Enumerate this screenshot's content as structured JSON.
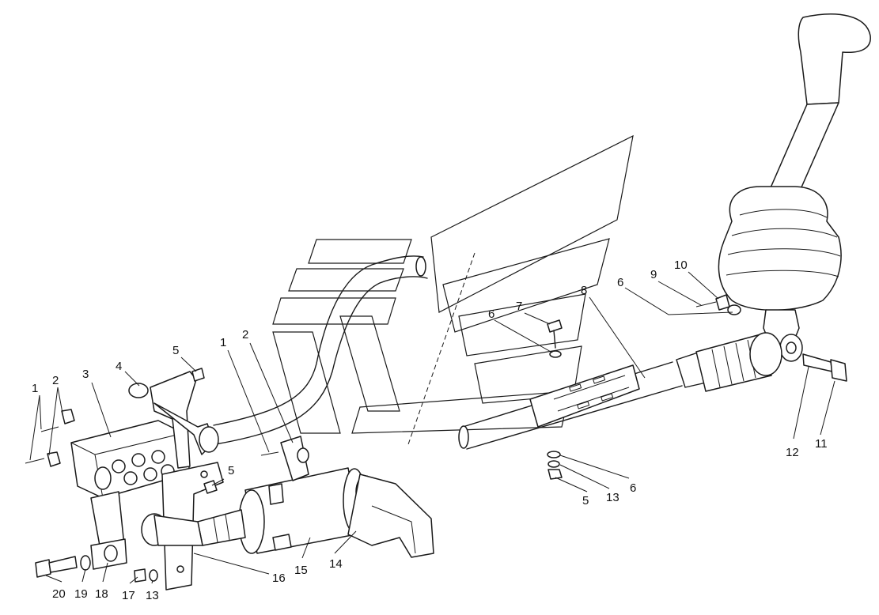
{
  "diagram": {
    "callouts": [
      {
        "id": "c1a",
        "label": "1"
      },
      {
        "id": "c2a",
        "label": "2"
      },
      {
        "id": "c3",
        "label": "3"
      },
      {
        "id": "c4",
        "label": "4"
      },
      {
        "id": "c5a",
        "label": "5"
      },
      {
        "id": "c1b",
        "label": "1"
      },
      {
        "id": "c2b",
        "label": "2"
      },
      {
        "id": "c5b",
        "label": "5"
      },
      {
        "id": "c6a",
        "label": "6"
      },
      {
        "id": "c7",
        "label": "7"
      },
      {
        "id": "c8",
        "label": "8"
      },
      {
        "id": "c6b",
        "label": "6"
      },
      {
        "id": "c9",
        "label": "9"
      },
      {
        "id": "c10",
        "label": "10"
      },
      {
        "id": "c12",
        "label": "12"
      },
      {
        "id": "c11",
        "label": "11"
      },
      {
        "id": "c6c",
        "label": "6"
      },
      {
        "id": "c13a",
        "label": "13"
      },
      {
        "id": "c5c",
        "label": "5"
      },
      {
        "id": "c14",
        "label": "14"
      },
      {
        "id": "c15",
        "label": "15"
      },
      {
        "id": "c16",
        "label": "16"
      },
      {
        "id": "c17",
        "label": "17"
      },
      {
        "id": "c13b",
        "label": "13"
      },
      {
        "id": "c18",
        "label": "18"
      },
      {
        "id": "c19",
        "label": "19"
      },
      {
        "id": "c20",
        "label": "20"
      }
    ]
  }
}
